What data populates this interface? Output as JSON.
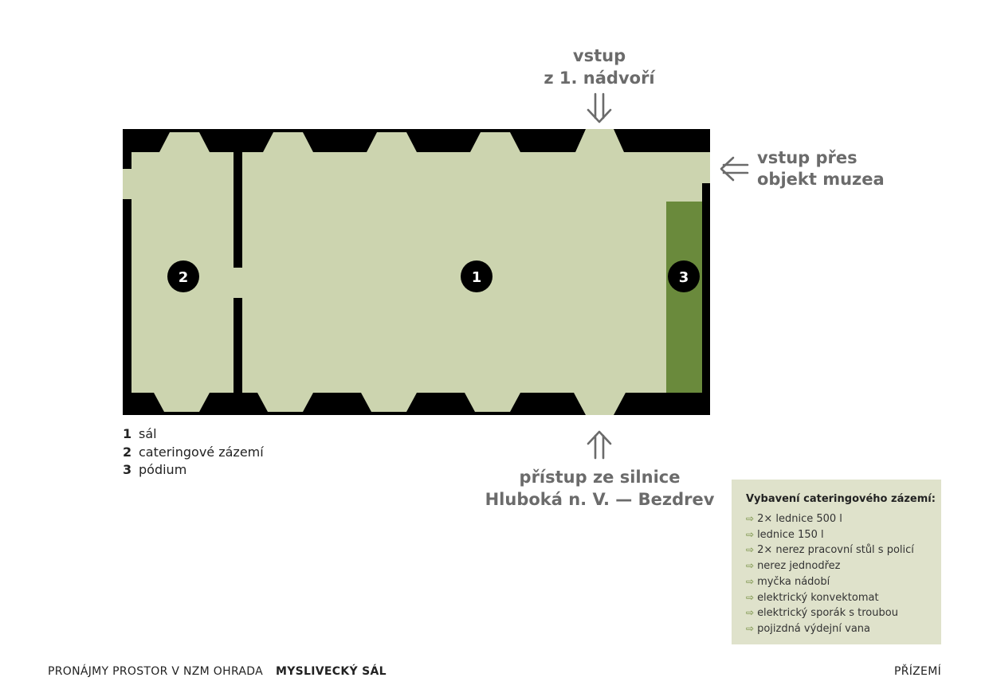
{
  "rooms": [
    {
      "number": "1",
      "name": "sál"
    },
    {
      "number": "2",
      "name": "cateringové zázemí"
    },
    {
      "number": "3",
      "name": "pódium"
    }
  ],
  "entrances": {
    "top_line1": "vstup",
    "top_line2": "z 1. nádvoří",
    "right_line1": "vstup přes",
    "right_line2": "objekt muzea",
    "bottom_line1": "přístup ze silnice",
    "bottom_line2": "Hluboká n. V. — Bezdrev"
  },
  "equipment": {
    "title": "Vybavení cateringového zázemí:",
    "items": [
      "2× lednice 500 l",
      "lednice 150 l",
      "2× nerez pracovní stůl s policí",
      "nerez jednodřez",
      "myčka nádobí",
      "elektrický konvektomat",
      "elektrický sporák s troubou",
      "pojizdná výdejní vana"
    ]
  },
  "footer": {
    "left": "PRONÁJMY PROSTOR V NZM OHRADA",
    "left_strong": "MYSLIVECKÝ SÁL",
    "right": "PŘÍZEMÍ"
  },
  "colors": {
    "wall": "#000000",
    "floor": "#ccd4af",
    "stage": "#6a8a3c",
    "label_gray": "#6b6b6b",
    "equipment_bg": "#dfe2cb"
  }
}
